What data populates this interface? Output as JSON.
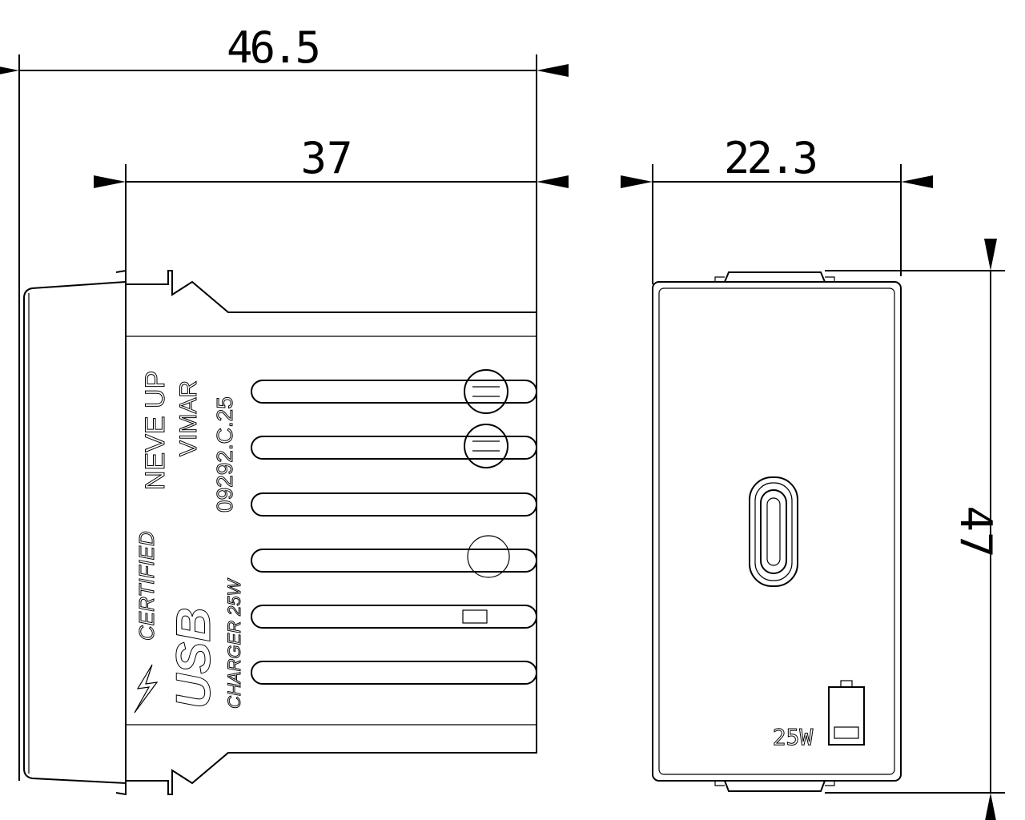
{
  "dimensions": {
    "overall_depth": "46.5",
    "body_depth": "37",
    "front_width": "22.3",
    "front_height": "47"
  },
  "side_view": {
    "brand_series": "NEVE UP",
    "brand": "VIMAR",
    "article_code": "09292.C.25",
    "certified_label": "CERTIFIED",
    "usb_label": "USB",
    "charger_label": "CHARGER 25W"
  },
  "front_view": {
    "power_label": "25W",
    "port_icon": "usb-c-port-icon",
    "battery_icon": "battery-icon"
  },
  "colors": {
    "line": "#000000",
    "background": "#ffffff"
  }
}
